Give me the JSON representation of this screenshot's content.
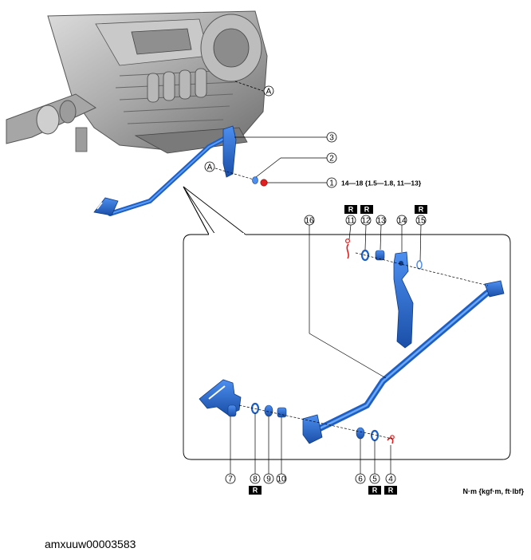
{
  "callouts": {
    "c1": "1",
    "c2": "2",
    "c3": "3",
    "c4": "4",
    "c5": "5",
    "c6": "6",
    "c7": "7",
    "c8": "8",
    "c9": "9",
    "c10": "10",
    "c11": "11",
    "c12": "12",
    "c13": "13",
    "c14": "14",
    "c15": "15",
    "c16": "16"
  },
  "ref_a": "A",
  "torque_spec": "14—18 {1.5—1.8, 11—13}",
  "units_note": "N·m {kgf·m, ft·lbf}",
  "replace_tag": "R",
  "document_id": "amxuuw00003583",
  "colors": {
    "part_blue": "#1f5fc4",
    "part_red": "#e02020",
    "engine_gray": "#9a9a9a"
  }
}
